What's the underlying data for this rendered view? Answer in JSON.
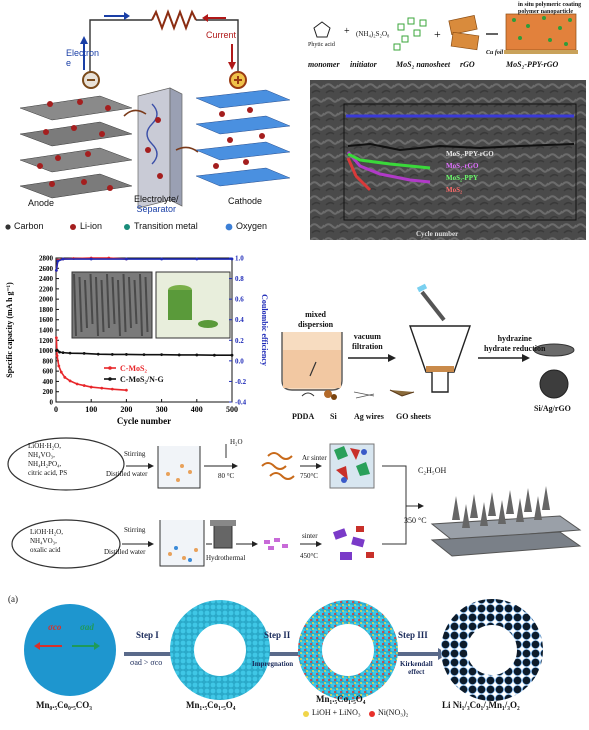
{
  "panel1": {
    "electron_label_1": "Electron",
    "electron_label_2": "e",
    "current_label": "Current",
    "anode": "Anode",
    "electrolyte": "Electrolyte/",
    "separator": "Separator",
    "cathode": "Cathode",
    "legend": [
      "Carbon",
      "Li-ion",
      "Transition metal",
      "Oxygen"
    ]
  },
  "panel2": {
    "top_note_1": "in situ polymeric coating",
    "top_note_2": "polymer nanoparticle",
    "monomer_name": "Phytic acid",
    "initiator_formula": "(NH₄)₂S₂O₈",
    "labels": [
      "monomer",
      "initiator",
      "MoS₂ nanosheet",
      "rGO",
      "MoS₂-PPY-rGO"
    ],
    "cu_foil": "Cu foil",
    "xlabel": "Cycle number",
    "legend": [
      "MoS₂-PPY-rGO",
      "MoS₂-rGO",
      "MoS₂-PPY",
      "MoS₂"
    ]
  },
  "chart_data": {
    "type": "line",
    "title": "",
    "xlabel": "Cycle number",
    "ylabel": "Specific capacity (mA h g⁻¹)",
    "y2label": "Coulombic efficiency",
    "xlim": [
      0,
      500
    ],
    "ylim": [
      0,
      2800
    ],
    "y2lim": [
      -0.4,
      1.0
    ],
    "xticks": [
      0,
      100,
      200,
      300,
      400,
      500
    ],
    "yticks": [
      0,
      200,
      400,
      600,
      800,
      1000,
      1200,
      1400,
      1600,
      1800,
      2000,
      2200,
      2400,
      2600,
      2800
    ],
    "y2ticks": [
      -0.4,
      -0.2,
      0.0,
      0.2,
      0.4,
      0.6,
      0.8,
      1.0
    ],
    "y2ticklabels": [
      "-0.4",
      "-0.2",
      "0.0",
      "0.2",
      "0.4",
      "0.6",
      "0.8",
      "1.0"
    ],
    "series": [
      {
        "name": "C-MoS₂",
        "color": "#e8262a",
        "x": [
          1,
          3,
          8,
          15,
          25,
          40,
          60,
          80,
          100,
          130,
          160,
          200
        ],
        "y": [
          1250,
          900,
          700,
          580,
          480,
          410,
          350,
          320,
          290,
          270,
          250,
          230
        ]
      },
      {
        "name": "C-MoS₂/N-G",
        "color": "#111111",
        "x": [
          1,
          3,
          10,
          20,
          40,
          80,
          120,
          160,
          200,
          250,
          300,
          350,
          400,
          450,
          500
        ],
        "y": [
          1000,
          1010,
          970,
          960,
          950,
          945,
          930,
          925,
          925,
          920,
          920,
          915,
          915,
          910,
          910
        ]
      },
      {
        "name": "C-MoS₂ CE",
        "color": "#e8262a",
        "axis": "right",
        "x": [
          1,
          5,
          20,
          50,
          100,
          150,
          200
        ],
        "y": [
          0.88,
          0.98,
          0.99,
          0.995,
          1.0,
          1.0,
          0.99
        ]
      },
      {
        "name": "C-MoS₂/N-G CE",
        "color": "#1f2bb8",
        "axis": "right",
        "x": [
          1,
          5,
          20,
          100,
          200,
          300,
          400,
          500
        ],
        "y": [
          0.88,
          0.97,
          0.99,
          0.99,
          0.99,
          0.99,
          0.99,
          0.99
        ]
      }
    ]
  },
  "panel4": {
    "mixed": "mixed",
    "dispersion": "dispersion",
    "vacuum": "vacuum",
    "filtration": "filtration",
    "hydrazine": "hydrazine",
    "hydrate_reduction": "hydrate reduction",
    "materials": [
      "PDDA",
      "Si",
      "Ag wires",
      "GO sheets"
    ],
    "product": "Si/Ag/rGO"
  },
  "panel5": {
    "reagents_top": [
      "LiOH·H₂O,",
      "NH₄VO₃,",
      "NH₄H₂PO₄,",
      "citric acid,",
      "PS"
    ],
    "reagents_bottom": [
      "LiOH·H₂O,",
      "NH₄VO₃,",
      "oxalic acid"
    ],
    "stirring": "Stirring",
    "distilled_water": "Distilled water",
    "h2o": "H₂O",
    "temp_80": "80 °C",
    "ar_sinter": "Ar  sinter",
    "temp_750": "750°C",
    "hydrothermal": "Hydrothermal",
    "sinter": "sinter",
    "temp_450": "450°C",
    "temp_350": "350 °C",
    "c2h5oh": "C₂H₅OH"
  },
  "panel6": {
    "panel_label": "(a)",
    "sigma_co": "σco",
    "sigma_ad": "σad",
    "condition": "σad > σco",
    "step1": "Step I",
    "step2": "Step II",
    "step2_sub": "Impregnation",
    "step3": "Step III",
    "step3_sub_1": "Kirkendall",
    "step3_sub_2": "effect",
    "compounds": [
      "Mn₀.₅Co₀.₅CO₃",
      "Mn₁.₅Co₁.₅O₄",
      "Mn₁.₅Co₁.₅O₄",
      "Li Ni₁/₃Co₁/₃Mn₁/₃O₂"
    ],
    "legend": [
      "LiOH + LiNO₃",
      "Ni(NO₃)₂"
    ]
  }
}
